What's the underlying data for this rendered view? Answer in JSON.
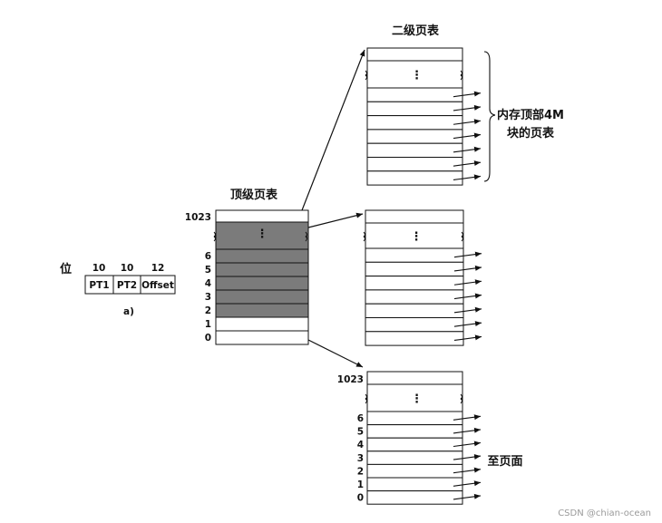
{
  "bits_label": "位",
  "bit_widths": [
    "10",
    "10",
    "12"
  ],
  "fields": [
    "PT1",
    "PT2",
    "Offset"
  ],
  "sub_label": "a)",
  "top_table": {
    "title": "顶级页表",
    "index_top": "1023",
    "indices": [
      "6",
      "5",
      "4",
      "3",
      "2",
      "1",
      "0"
    ]
  },
  "second_level_title": "二级页表",
  "annotation_top_line1": "内存顶部4M",
  "annotation_top_line2": "块的页表",
  "bottom_table": {
    "index_top": "1023",
    "indices": [
      "6",
      "5",
      "4",
      "3",
      "2",
      "1",
      "0"
    ]
  },
  "annotation_bottom": "至页面",
  "watermark": "CSDN @chian-ocean",
  "colors": {
    "shaded": "#7b7b7b",
    "line": "#111111"
  }
}
